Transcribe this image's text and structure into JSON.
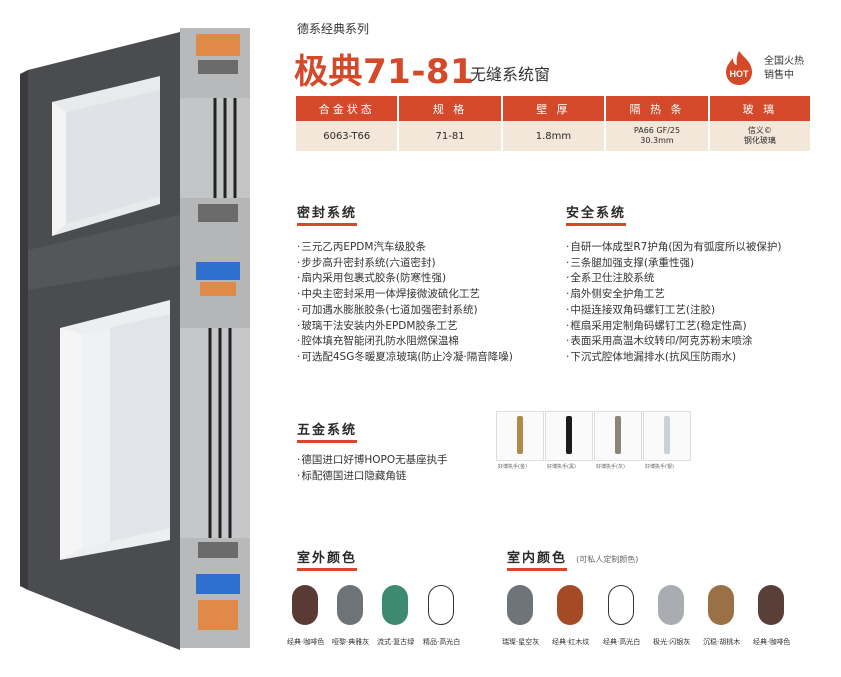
{
  "header": {
    "series": "德系经典系列",
    "title_main": "极典71-81",
    "title_sub": "无缝系统窗",
    "hot_badge": "HOT",
    "hot_line1": "全国火热",
    "hot_line2": "销售中"
  },
  "spec_table": {
    "headers": [
      "合金状态",
      "规 格",
      "壁 厚",
      "隔 热 条",
      "玻 璃"
    ],
    "values": [
      "6063-T66",
      "71-81",
      "1.8mm",
      "PA66 GF/25",
      "信义©"
    ],
    "values_line2": [
      "",
      "",
      "",
      "30.3mm",
      "钢化玻璃"
    ]
  },
  "sealing": {
    "title": "密封系统",
    "items": [
      "三元乙丙EPDM汽车级胶条",
      "步步高升密封系统(六道密封)",
      "扇内采用包裹式胶条(防寒性强)",
      "中央主密封采用一体焊接微波硫化工艺",
      "可加遇水膨胀胶条(七道加强密封系统)",
      "玻璃干法安装内外EPDM胶条工艺",
      "腔体填充智能闭孔防水阻燃保温棉",
      "可选配4SG冬暖夏凉玻璃(防止冷凝·隔音降噪)"
    ]
  },
  "safety": {
    "title": "安全系统",
    "items": [
      "自研一体成型R7护角(因为有弧度所以被保护)",
      "三条腿加强支撑(承重性强)",
      "全系卫仕注胶系统",
      "扇外侧安全护角工艺",
      "中挺连接双角码螺钉工艺(注胶)",
      "框扇采用定制角码螺钉工艺(稳定性高)",
      "表面采用高温木纹转印/阿克苏粉末喷涂",
      "下沉式腔体地漏排水(抗风压防雨水)"
    ]
  },
  "hardware": {
    "title": "五金系统",
    "items": [
      "德国进口好博HOPO无基座执手",
      "标配德国进口隐藏角链"
    ],
    "handles": [
      {
        "caption": "好博执手(金)",
        "color": "#b08a4a"
      },
      {
        "caption": "好博执手(黑)",
        "color": "#1c1c1c"
      },
      {
        "caption": "好博执手(灰)",
        "color": "#8c8479"
      },
      {
        "caption": "好博执手(银)",
        "color": "#c9d2d8"
      }
    ]
  },
  "outdoor_colors": {
    "title": "室外颜色",
    "swatches": [
      {
        "label": "经典·咖啡色",
        "color": "#5a3a34"
      },
      {
        "label": "哑黎·典雅灰",
        "color": "#6d7376"
      },
      {
        "label": "流式·复古绿",
        "color": "#3e8a70"
      },
      {
        "label": "精品·高光白",
        "color": "#ffffff"
      }
    ]
  },
  "indoor_colors": {
    "title": "室内颜色",
    "note": "(可私人定制颜色)",
    "swatches": [
      {
        "label": "瑞璨·星空灰",
        "color": "#6e7479"
      },
      {
        "label": "经典·红木纹",
        "color": "#a44a24"
      },
      {
        "label": "经典·高光白",
        "color": "#ffffff"
      },
      {
        "label": "极光·闪银灰",
        "color": "#a9adb2"
      },
      {
        "label": "沉稳·胡桃木",
        "color": "#9a7046"
      },
      {
        "label": "经典·咖啡色",
        "color": "#5a3e38"
      }
    ]
  },
  "colors": {
    "accent": "#d4492a",
    "table_bg": "#f3e7da",
    "frame": "#4b4c50"
  }
}
